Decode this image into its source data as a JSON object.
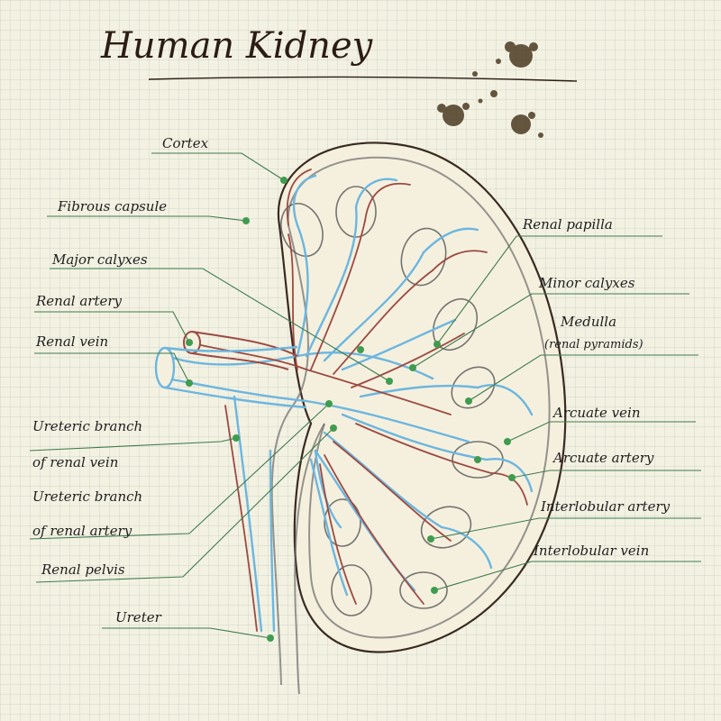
{
  "title": "Human Kidney",
  "colors": {
    "outline": "#3a2a22",
    "vein": "#6cb6df",
    "artery": "#9c4a42",
    "leader": "#3f7a4e",
    "dot": "#3f9c4e",
    "ink": "#3a3220"
  },
  "labels": {
    "cortex": "Cortex",
    "fibrous_capsule": "Fibrous capsule",
    "major_calyxes": "Major calyxes",
    "renal_artery": "Renal artery",
    "renal_vein": "Renal vein",
    "ureteric_branch_vein_1": "Ureteric branch",
    "ureteric_branch_vein_2": "of renal vein",
    "ureteric_branch_artery_1": "Ureteric branch",
    "ureteric_branch_artery_2": "of renal artery",
    "renal_pelvis": "Renal pelvis",
    "ureter": "Ureter",
    "renal_papilla": "Renal papilla",
    "minor_calyxes": "Minor calyxes",
    "medulla": "Medulla",
    "renal_pyramids": "(renal pyramids)",
    "arcuate_vein": "Arcuate vein",
    "arcuate_artery": "Arcuate artery",
    "interlobular_artery": "Interlobular artery",
    "interlobular_vein": "Interlobular vein"
  }
}
